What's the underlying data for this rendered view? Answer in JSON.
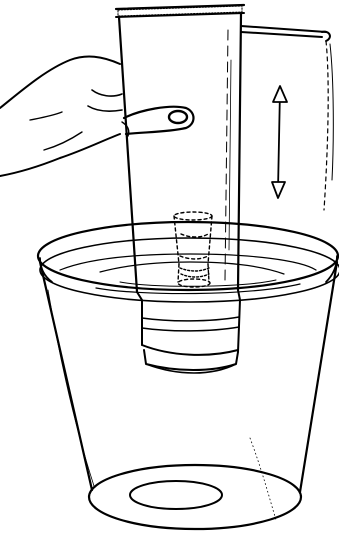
{
  "figure": {
    "parts": [
      "hand-icon",
      "tall-cylinder",
      "cylinder-handle",
      "up-down-arrow-icon",
      "hidden-glass",
      "water-basin",
      "water-surface"
    ],
    "ink_color": "#000000",
    "paper_color": "#ffffff"
  }
}
